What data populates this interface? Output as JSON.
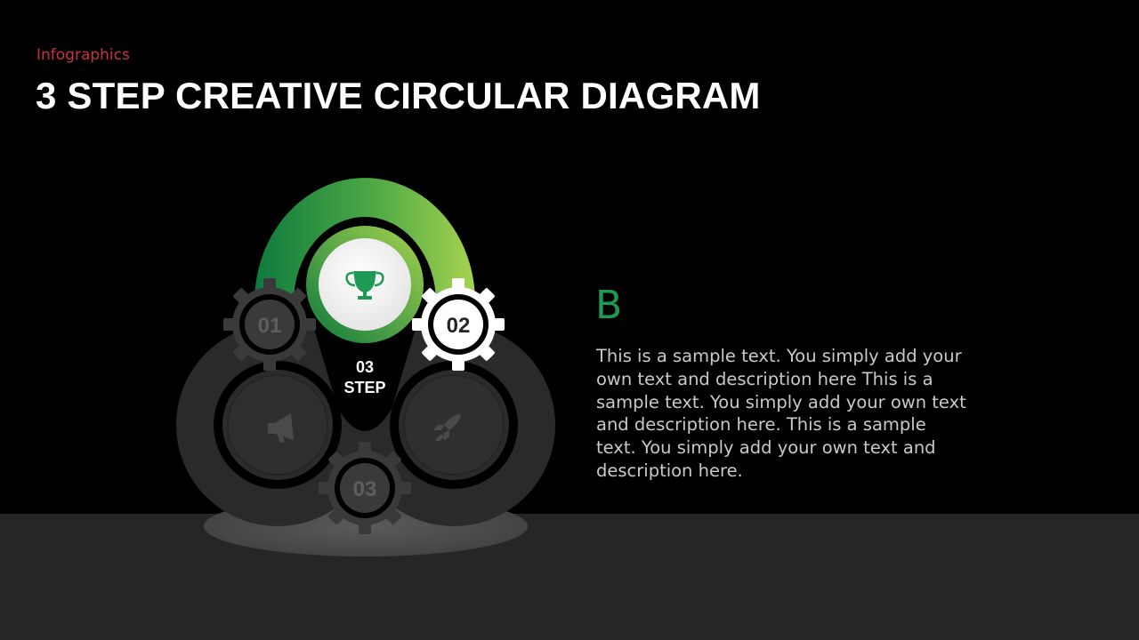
{
  "header": {
    "kicker": "Infographics",
    "title": "3 STEP CREATIVE CIRCULAR DIAGRAM"
  },
  "diagram": {
    "steps": [
      {
        "number": "01",
        "icon": "megaphone-icon"
      },
      {
        "number": "02",
        "icon": "rocket-icon"
      },
      {
        "number": "03",
        "icon": "trophy-icon"
      }
    ],
    "center_label_number": "03",
    "center_label_word": "STEP",
    "accent_colors": {
      "green_dark": "#0d7a3e",
      "green_light": "#a6d24e"
    }
  },
  "content": {
    "letter": "B",
    "body": "This is a sample text. You simply add your own text and description here This is a sample text. You simply add your own text and description here. This is a sample text. You simply add your own text and description here."
  }
}
